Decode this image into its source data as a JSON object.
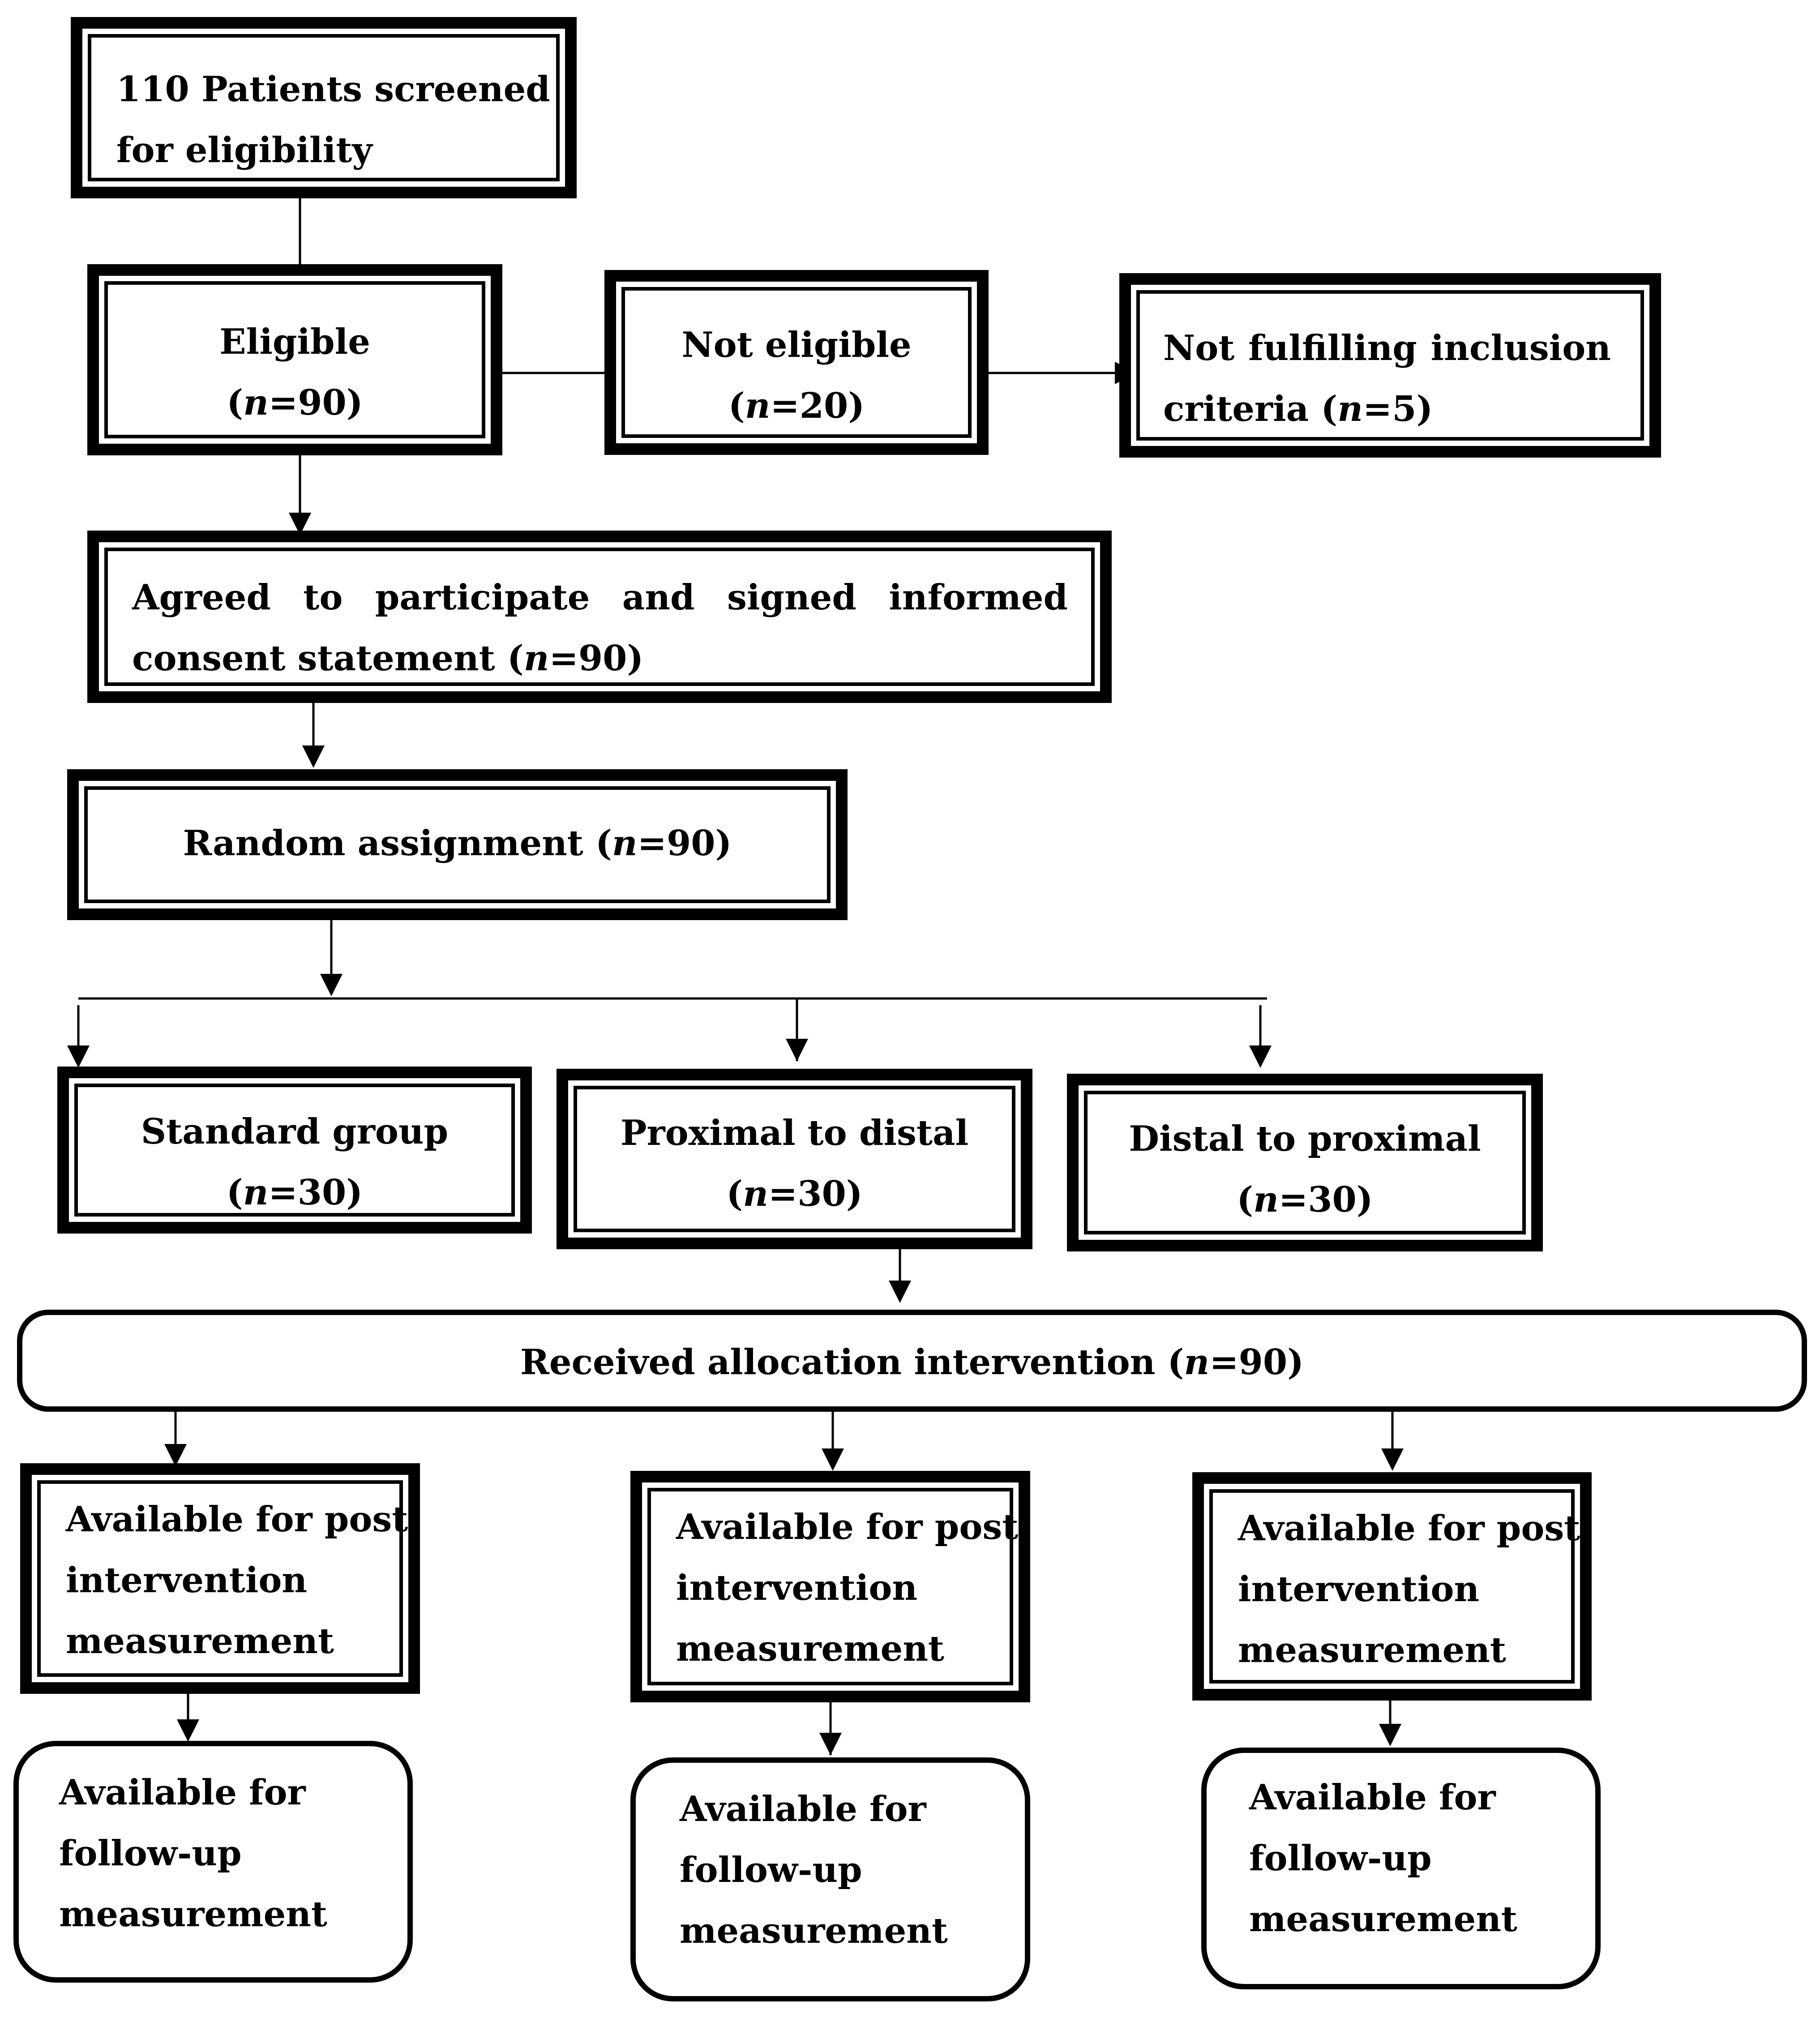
{
  "screened": {
    "text": "110 Patients screened for eligibility"
  },
  "eligible": {
    "label": "Eligible",
    "count": "(n=90)"
  },
  "not_eligible": {
    "label": "Not eligible",
    "count": "(n=20)"
  },
  "not_fulfilling": {
    "text_main": "Not fulfilling inclusion criteria (",
    "n": "n",
    "rest": "=5)"
  },
  "agreed": {
    "text_main": "Agreed to participate and signed informed consent statement (",
    "n": "n",
    "rest": "=90)"
  },
  "random": {
    "text_main": "Random assignment (",
    "n": "n",
    "rest": "=90)"
  },
  "groups": [
    {
      "label": "Standard group (",
      "n": "n",
      "rest": "=30)"
    },
    {
      "label": "Proximal to distal",
      "count_open": "(",
      "n": "n",
      "rest": "=30)"
    },
    {
      "label": "Distal to proximal",
      "count_open": "(",
      "n": "n",
      "rest": "=30)"
    }
  ],
  "received": {
    "text_main": "Received allocation intervention (",
    "n": "n",
    "rest": "=90)"
  },
  "post": {
    "line1": "Available for post",
    "line2": "intervention",
    "line3": "measurement"
  },
  "followup": {
    "line1": "Available for",
    "line2": "follow-up",
    "line3": "measurement"
  }
}
